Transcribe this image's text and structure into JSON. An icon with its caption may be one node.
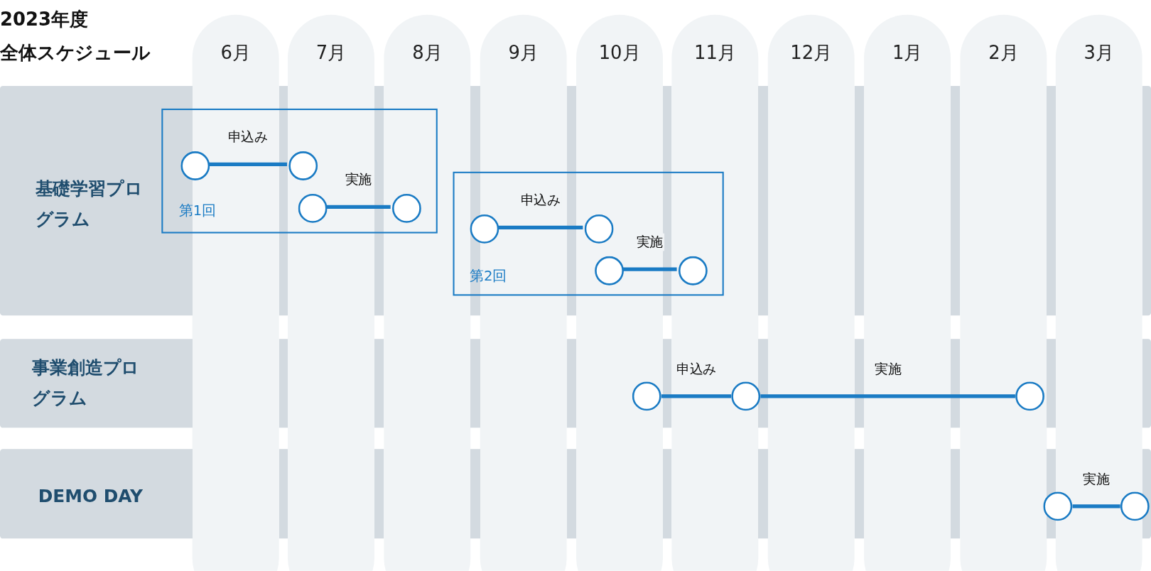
{
  "diagram": {
    "title": "2023年度全体スケジュール",
    "nodes": [
      {
        "text": [
          "基礎学習プログラム"
        ]
      },
      {
        "text": [
          "第1回"
        ],
        "in": 0
      },
      {
        "text": [],
        "shape": "circle",
        "in": 1
      },
      {
        "text": [],
        "shape": "circle",
        "in": 1
      },
      {
        "text": [],
        "shape": "circle",
        "in": 1
      },
      {
        "text": [],
        "shape": "circle",
        "in": 1
      },
      {
        "text": [
          "第2回"
        ],
        "in": 0
      },
      {
        "text": [],
        "shape": "circle",
        "in": 6
      },
      {
        "text": [],
        "shape": "circle",
        "in": 6
      },
      {
        "text": [],
        "shape": "circle",
        "in": 6
      },
      {
        "text": [],
        "shape": "circle",
        "in": 6
      },
      {
        "text": [
          "事業創造プログラム"
        ]
      },
      {
        "text": [],
        "shape": "circle",
        "in": 11
      },
      {
        "text": [],
        "shape": "circle",
        "in": 11
      },
      {
        "text": [],
        "shape": "circle",
        "in": 11
      },
      {
        "text": [
          "DEMO DAY"
        ]
      },
      {
        "text": [],
        "shape": "circle",
        "in": 15
      },
      {
        "text": [],
        "shape": "circle",
        "in": 15
      }
    ],
    "edges": [
      {
        "from": 2,
        "to": 3,
        "arrow": "none",
        "label": "申込み"
      },
      {
        "from": 4,
        "to": 5,
        "arrow": "none",
        "label": "実施"
      },
      {
        "from": 7,
        "to": 8,
        "arrow": "none",
        "label": "申込み"
      },
      {
        "from": 9,
        "to": 10,
        "arrow": "none",
        "label": "実施"
      },
      {
        "from": 12,
        "to": 13,
        "arrow": "none",
        "label": "申込み"
      },
      {
        "from": 13,
        "to": 14,
        "arrow": "none",
        "label": "実施"
      },
      {
        "from": 16,
        "to": 17,
        "arrow": "none",
        "label": "実施"
      }
    ],
    "labels": [
      "6月",
      "7月",
      "8月",
      "9月",
      "10月",
      "11月",
      "12月",
      "1月",
      "2月",
      "3月"
    ]
  }
}
